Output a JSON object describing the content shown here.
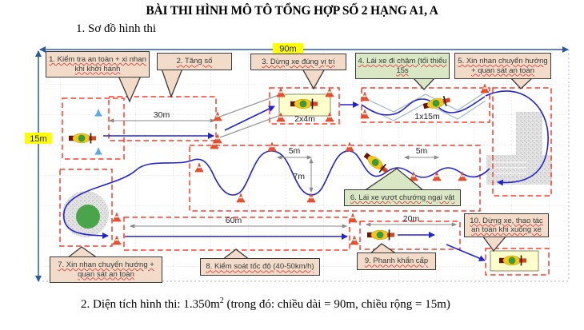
{
  "title": "BÀI THI HÌNH MÔ TÔ TỔNG HỢP SỐ 2 HẠNG A1, A",
  "section1_heading": "1. Sơ đồ hình thi",
  "footer": {
    "text_before_sup": "2. Diện tích hình thi: 1.350m",
    "sup": "2",
    "text_after_sup": " (trong đó: chiều dài = 90m, chiều rộng = 15m)"
  },
  "dimension_labels": {
    "length": "90m",
    "width": "15m"
  },
  "measurement_labels": {
    "start_straight": "30m",
    "stop_box": "2x4m",
    "slow_lane": "1x15m",
    "obstacle_gap_1": "5m",
    "obstacle_depth": "7m",
    "obstacle_gap_2": "5m",
    "speed_section": "60m",
    "brake_section": "20m"
  },
  "callouts": [
    {
      "label": "1. Kiểm tra an toàn + xi nhan khi khởi hành",
      "style": "tan"
    },
    {
      "label": "2. Tăng số",
      "style": "tan"
    },
    {
      "label": "3. Dừng xe đúng vị trí",
      "style": "tan"
    },
    {
      "label": "4. Lái xe đi chậm (tối thiểu 15s",
      "style": "green"
    },
    {
      "label": "5. Xin nhan chuyển hướng + quan sát an toàn",
      "style": "tan"
    },
    {
      "label": "6. Lái xe vượt chướng ngại vật",
      "style": "green"
    },
    {
      "label": "7. Xin nhan chuyển hướng + quan sát an toàn",
      "style": "tan"
    },
    {
      "label": "8. Kiểm soát tốc độ (40-50km/h)",
      "style": "tan"
    },
    {
      "label": "9. Phanh khẩn cấp",
      "style": "tan"
    },
    {
      "label": "10. Dừng xe, thao tác an toàn khi xuống xe",
      "style": "tan"
    }
  ],
  "colors": {
    "callout_tan": "#f2dcc9",
    "callout_green": "#d9e7c4",
    "course_blue": "#2323cf",
    "boundary_red": "#ff3b28",
    "highlight_yellow": "#ffff00",
    "box_yellow": "#ffffcc",
    "cone_orange": "#e8502f",
    "island_green": "#4aa54a"
  }
}
